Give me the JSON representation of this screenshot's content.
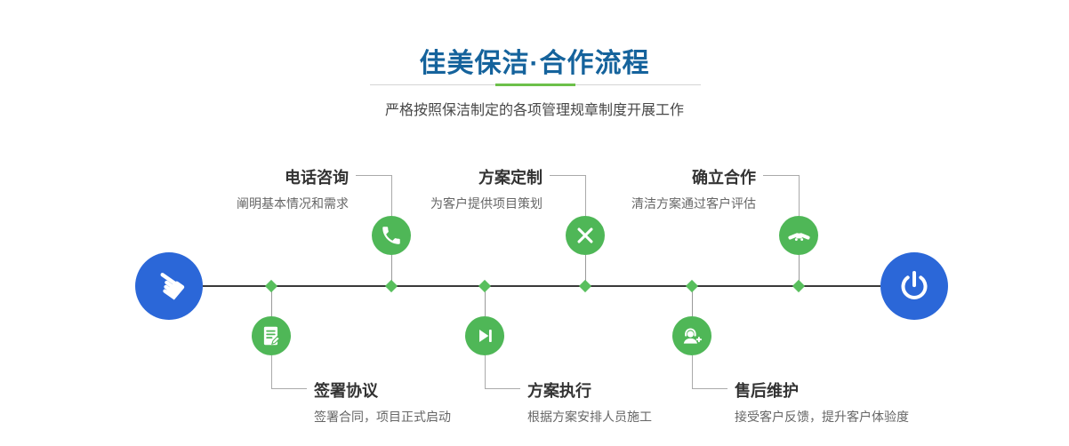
{
  "header": {
    "title": "佳美保洁·合作流程",
    "subtitle": "严格按照保洁制定的各项管理规章制度开展工作"
  },
  "steps": {
    "top": [
      {
        "title": "电话咨询",
        "desc": "阐明基本情况和需求",
        "icon": "phone-icon"
      },
      {
        "title": "方案定制",
        "desc": "为客户提供项目策划",
        "icon": "design-tools-icon"
      },
      {
        "title": "确立合作",
        "desc": "清洁方案通过客户评估",
        "icon": "handshake-icon"
      }
    ],
    "bottom": [
      {
        "title": "签署协议",
        "desc": "签署合同，项目正式启动",
        "icon": "contract-icon"
      },
      {
        "title": "方案执行",
        "desc": "根据方案安排人员施工",
        "icon": "play-next-icon"
      },
      {
        "title": "售后维护",
        "desc": "接受客户反馈，提升客户体验度",
        "icon": "headset-support-icon"
      }
    ]
  },
  "endpoints": {
    "start_icon": "pointing-hand-icon",
    "end_icon": "power-icon"
  },
  "colors": {
    "title_blue": "#15639c",
    "node_blue": "#2b67d8",
    "step_green": "#4fb757",
    "divider_green": "#6cc04a",
    "timeline_dark": "#3a3a3a"
  }
}
